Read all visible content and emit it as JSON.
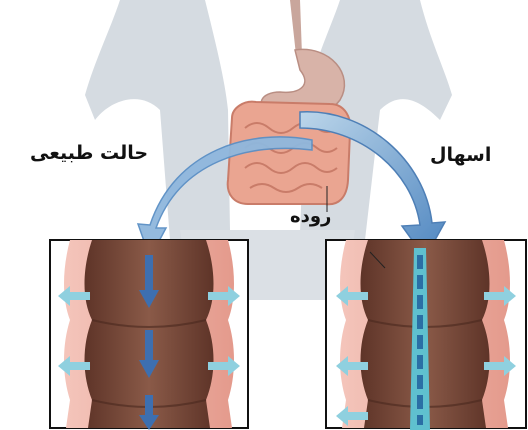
{
  "labels": {
    "normal": "حالت طبیعی",
    "diarrhea": "اسهال",
    "intestine": "روده"
  },
  "colors": {
    "body_silhouette": "#d3d9df",
    "intestine_pink": "#e8a08c",
    "stomach": "#d8b9b0",
    "intestine_wall": "#f0b9ae",
    "stool_brown": "#7a4a3a",
    "arrow_blue": "#5a8fc5",
    "water_arrow": "#8fd0df"
  }
}
